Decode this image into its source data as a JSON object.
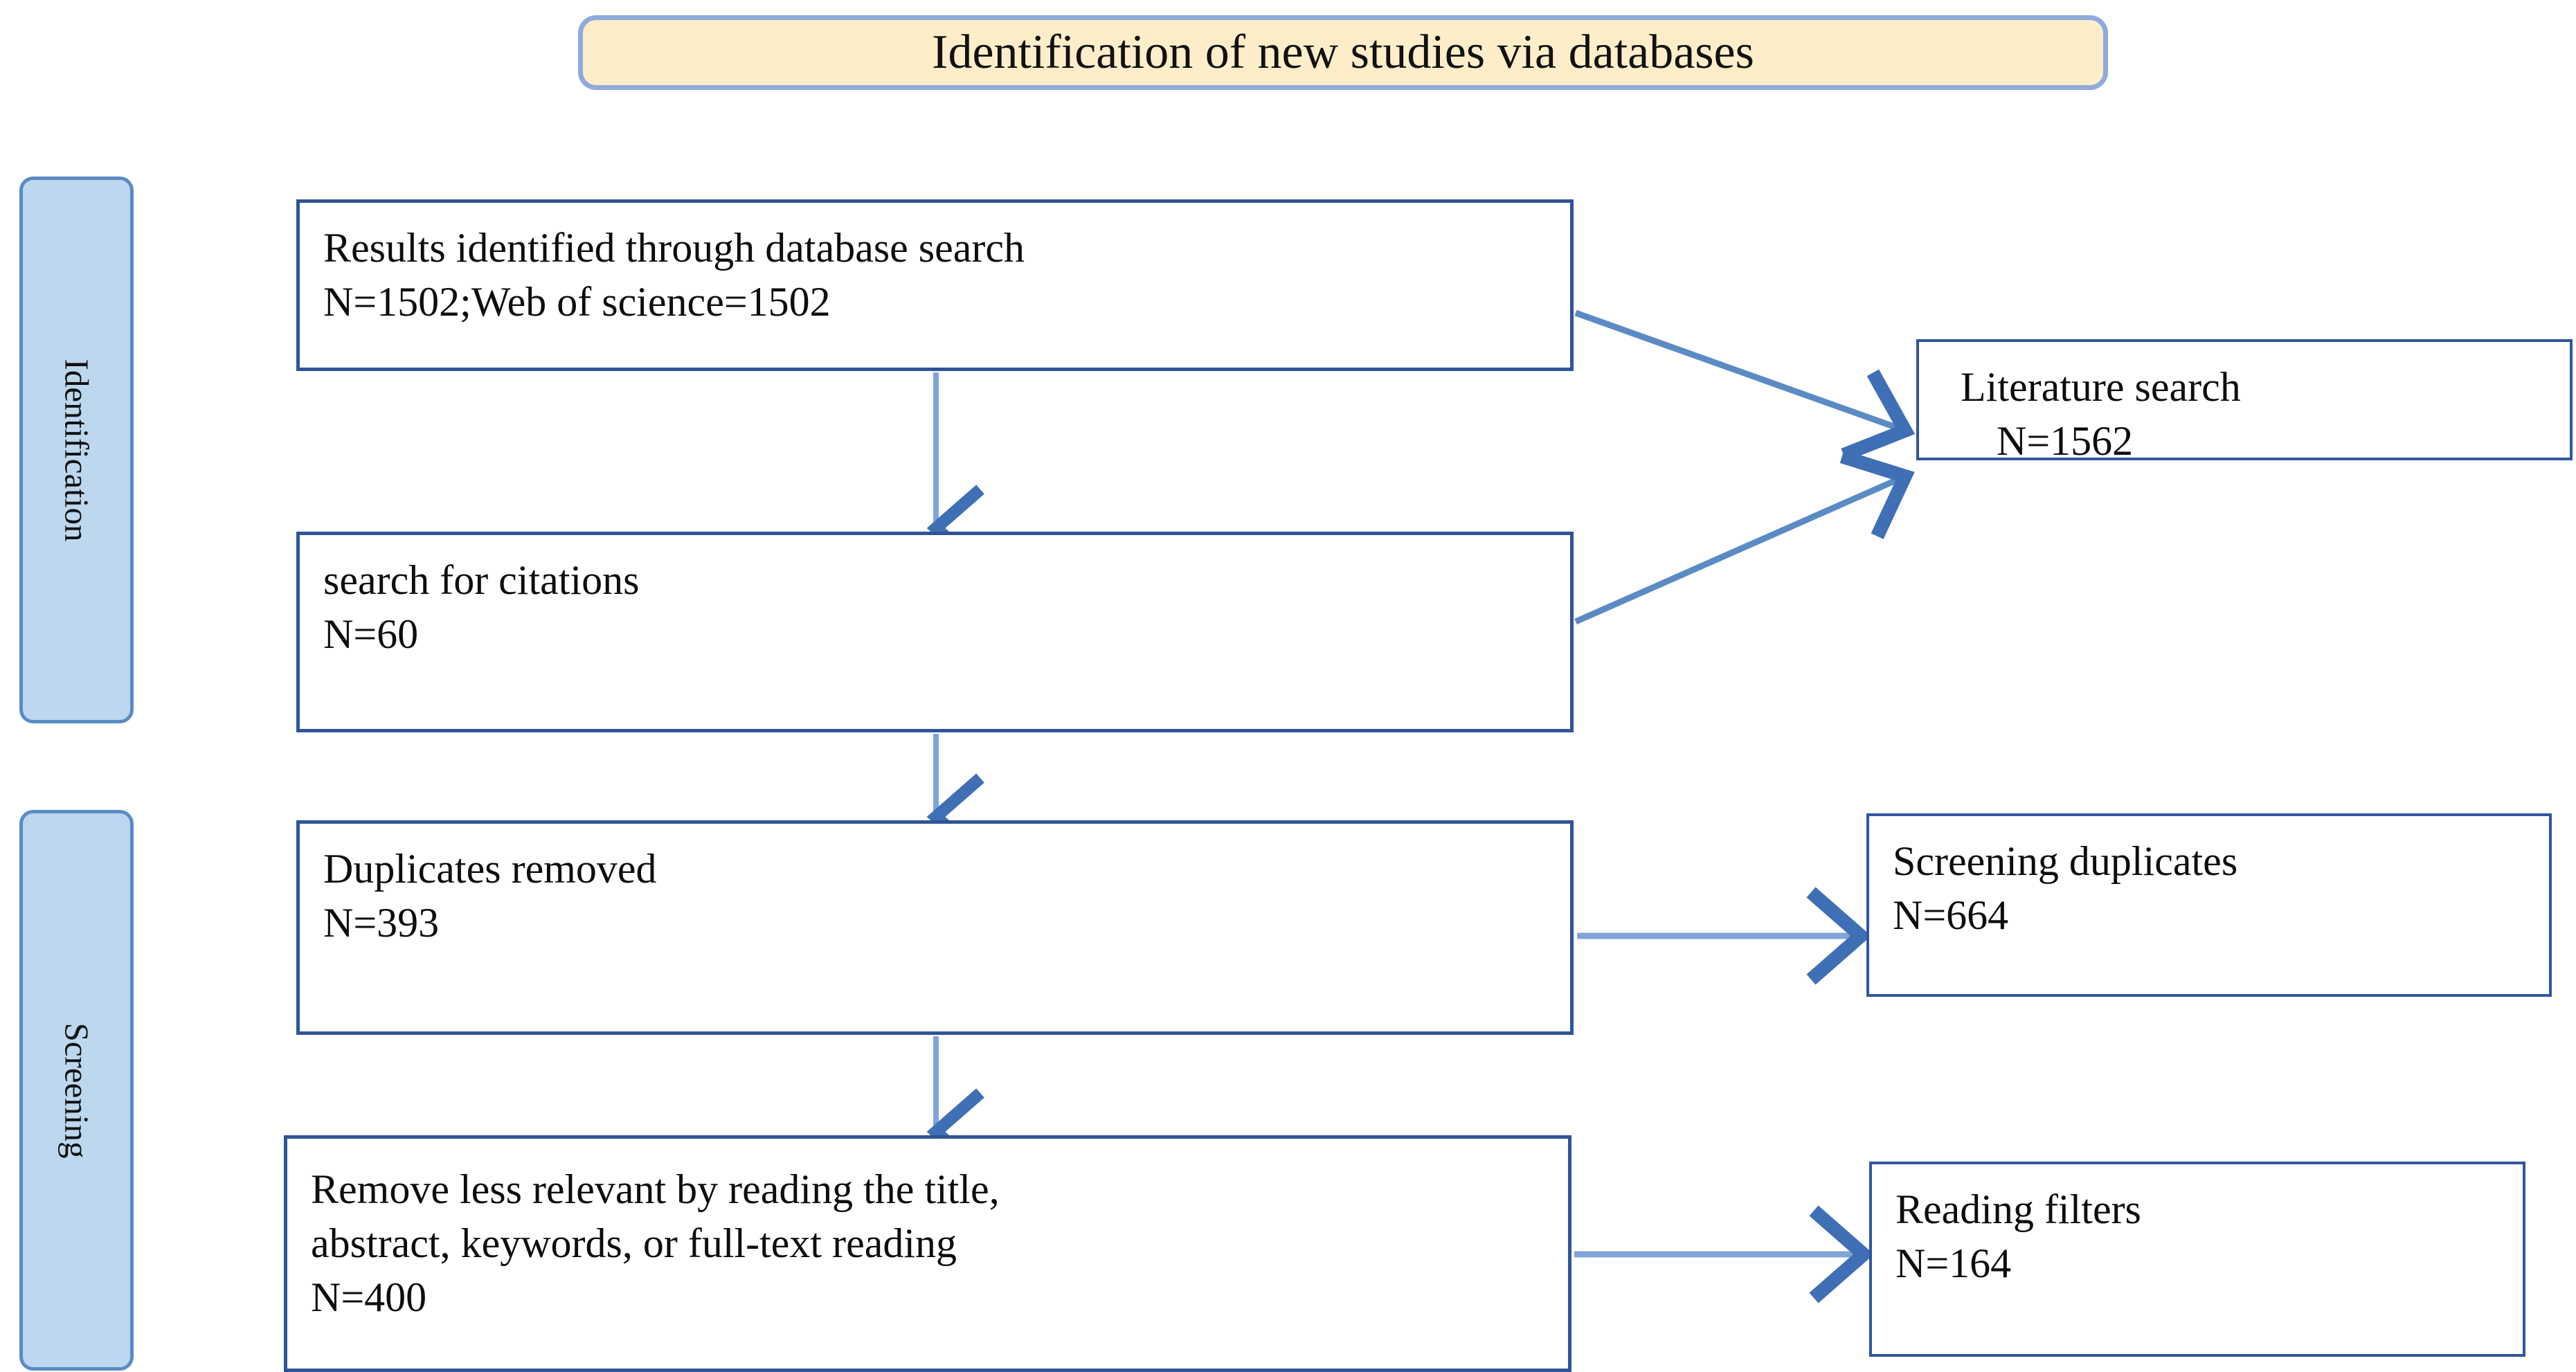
{
  "title": {
    "text": "Identification of new studies via databases",
    "fill": "#fdeec9",
    "border": "#8faadc"
  },
  "stages": [
    {
      "id": "identification",
      "label": "Identification",
      "fill": "#bdd7ee",
      "border": "#5b8bc4"
    },
    {
      "id": "screening",
      "label": "Screening",
      "fill": "#bdd7ee",
      "border": "#5b8bc4"
    }
  ],
  "boxes": {
    "results": {
      "line1": "Results identified through database search",
      "line2": "N=1502;Web of science=1502"
    },
    "citations": {
      "line1": "search for citations",
      "line2": "N=60"
    },
    "duplicates": {
      "line1": "Duplicates removed",
      "line2": "N=393"
    },
    "remove": {
      "line1": "Remove less relevant by reading the title,",
      "line2": "abstract, keywords, or full-text reading",
      "line3": "N=400"
    },
    "literature": {
      "line1": "Literature search",
      "line2": "N=1562"
    },
    "screening_duplicates": {
      "line1": "Screening duplicates",
      "line2": "N=664"
    },
    "reading_filters": {
      "line1": "Reading filters",
      "line2": "N=164"
    }
  },
  "colors": {
    "box_border": "#2f5597",
    "arrow": "#5b8dd0",
    "text": "#0d0d0d"
  },
  "chart_data": {
    "type": "diagram",
    "title": "Identification of new studies via databases",
    "nodes": [
      {
        "id": "results",
        "label": "Results identified through database search",
        "n": 1502,
        "detail": "Web of science=1502",
        "stage": "Identification"
      },
      {
        "id": "citations",
        "label": "search for citations",
        "n": 60,
        "stage": "Identification"
      },
      {
        "id": "literature",
        "label": "Literature search",
        "n": 1562,
        "stage": "Identification"
      },
      {
        "id": "duplicates",
        "label": "Duplicates removed",
        "n": 393,
        "stage": "Screening"
      },
      {
        "id": "screening_duplicates",
        "label": "Screening duplicates",
        "n": 664,
        "stage": "Screening"
      },
      {
        "id": "remove",
        "label": "Remove less relevant by reading the title, abstract, keywords, or full-text reading",
        "n": 400,
        "stage": "Screening"
      },
      {
        "id": "reading_filters",
        "label": "Reading filters",
        "n": 164,
        "stage": "Screening"
      }
    ],
    "edges": [
      {
        "from": "results",
        "to": "citations",
        "style": "vertical-arrow"
      },
      {
        "from": "results",
        "to": "literature",
        "style": "diagonal-arrow"
      },
      {
        "from": "citations",
        "to": "literature",
        "style": "diagonal-arrow"
      },
      {
        "from": "citations",
        "to": "duplicates",
        "style": "vertical-arrow"
      },
      {
        "from": "duplicates",
        "to": "screening_duplicates",
        "style": "horizontal-arrow"
      },
      {
        "from": "duplicates",
        "to": "remove",
        "style": "vertical-arrow"
      },
      {
        "from": "remove",
        "to": "reading_filters",
        "style": "horizontal-arrow"
      }
    ]
  }
}
